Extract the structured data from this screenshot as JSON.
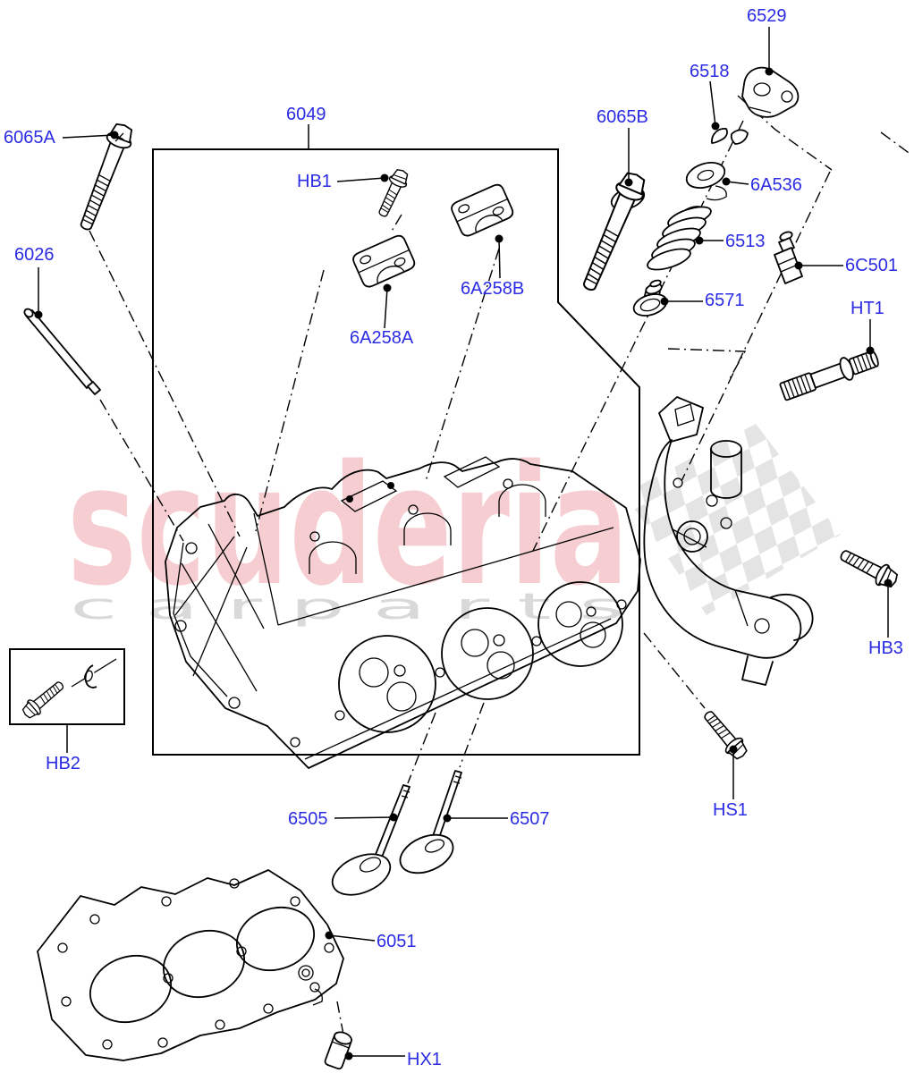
{
  "watermark": {
    "brand": "scuderia",
    "tagline": "c a r     p a r t s",
    "brand_color": "#f6cdd0",
    "tagline_color": "#d9d9d9",
    "checker_color": "#e4e4e4"
  },
  "diagram": {
    "label_color": "#2b2be4",
    "line_color": "#000000",
    "callouts": [
      {
        "id": "6065A",
        "text": "6065A"
      },
      {
        "id": "6026",
        "text": "6026"
      },
      {
        "id": "6049",
        "text": "6049"
      },
      {
        "id": "HB1",
        "text": "HB1"
      },
      {
        "id": "6A258A",
        "text": "6A258A"
      },
      {
        "id": "6A258B",
        "text": "6A258B"
      },
      {
        "id": "6065B",
        "text": "6065B"
      },
      {
        "id": "6518",
        "text": "6518"
      },
      {
        "id": "6529",
        "text": "6529"
      },
      {
        "id": "6A536",
        "text": "6A536"
      },
      {
        "id": "6513",
        "text": "6513"
      },
      {
        "id": "6571",
        "text": "6571"
      },
      {
        "id": "6C501",
        "text": "6C501"
      },
      {
        "id": "HT1",
        "text": "HT1"
      },
      {
        "id": "HB2",
        "text": "HB2"
      },
      {
        "id": "HB3",
        "text": "HB3"
      },
      {
        "id": "HS1",
        "text": "HS1"
      },
      {
        "id": "6505",
        "text": "6505"
      },
      {
        "id": "6507",
        "text": "6507"
      },
      {
        "id": "6051",
        "text": "6051"
      },
      {
        "id": "HX1",
        "text": "HX1"
      }
    ]
  }
}
